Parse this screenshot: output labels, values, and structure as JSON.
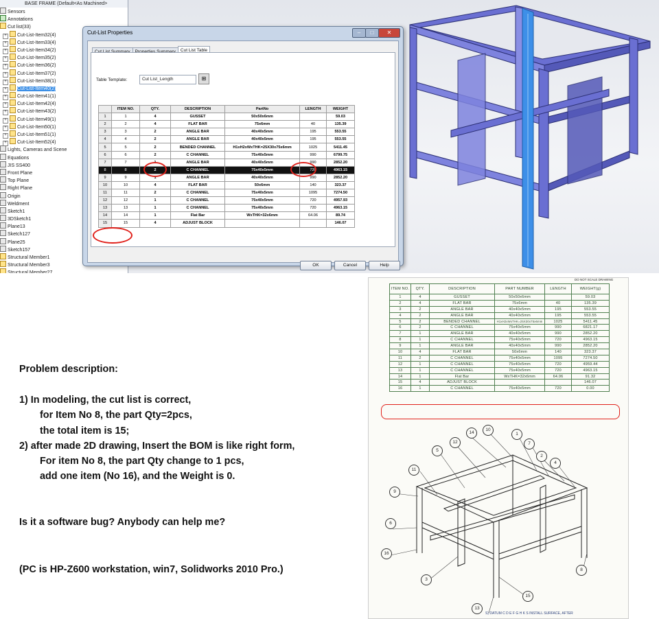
{
  "tree": {
    "header": "BASE FRAME  (Default<As Machined>",
    "items": [
      {
        "label": "Sensors",
        "kind": "ref"
      },
      {
        "label": "Annotations",
        "kind": "note"
      },
      {
        "label": "Cut list(33)",
        "kind": "folder"
      },
      {
        "label": "Cut-List-Item32(4)",
        "kind": "folder"
      },
      {
        "label": "Cut-List-Item33(4)",
        "kind": "folder"
      },
      {
        "label": "Cut-List-Item34(2)",
        "kind": "folder"
      },
      {
        "label": "Cut-List-Item35(2)",
        "kind": "folder"
      },
      {
        "label": "Cut-List-Item36(2)",
        "kind": "folder"
      },
      {
        "label": "Cut-List-Item37(2)",
        "kind": "folder"
      },
      {
        "label": "Cut-List-Item38(1)",
        "kind": "folder"
      },
      {
        "label": "Cut-List-Item40(2)",
        "kind": "folder",
        "selected": true
      },
      {
        "label": "Cut-List-Item41(1)",
        "kind": "folder"
      },
      {
        "label": "Cut-List-Item42(4)",
        "kind": "folder"
      },
      {
        "label": "Cut-List-Item43(2)",
        "kind": "folder"
      },
      {
        "label": "Cut-List-Item49(1)",
        "kind": "folder"
      },
      {
        "label": "Cut-List-Item50(1)",
        "kind": "folder"
      },
      {
        "label": "Cut-List-Item51(1)",
        "kind": "folder"
      },
      {
        "label": "Cut-List-Item52(4)",
        "kind": "folder"
      },
      {
        "label": "Lights, Cameras and Scene",
        "kind": "ref"
      },
      {
        "label": "Equations",
        "kind": "ref"
      },
      {
        "label": "JIS SS400",
        "kind": "ref"
      },
      {
        "label": "Front Plane",
        "kind": "ref"
      },
      {
        "label": "Top Plane",
        "kind": "ref"
      },
      {
        "label": "Right Plane",
        "kind": "ref"
      },
      {
        "label": "Origin",
        "kind": "ref"
      },
      {
        "label": "Weldment",
        "kind": "ref"
      },
      {
        "label": "Sketch1",
        "kind": "ref"
      },
      {
        "label": "3DSketch1",
        "kind": "ref"
      },
      {
        "label": "Plane13",
        "kind": "ref"
      },
      {
        "label": "Sketch127",
        "kind": "ref"
      },
      {
        "label": "Plane25",
        "kind": "ref"
      },
      {
        "label": "Sketch157",
        "kind": "ref"
      },
      {
        "label": "Structural Member1",
        "kind": "folder"
      },
      {
        "label": "Structural Member3",
        "kind": "folder"
      },
      {
        "label": "Structural Member27",
        "kind": "folder"
      }
    ]
  },
  "dialog": {
    "title": "Cut-List Properties",
    "tabs": [
      "Cut List Summary",
      "Properties Summary",
      "Cut List Table"
    ],
    "active_tab": 2,
    "template_label": "Table Template:",
    "template_value": "Cut List_Length",
    "columns": [
      "ITEM NO.",
      "QTY.",
      "DESCRIPTION",
      "PartNo",
      "LENGTH",
      "WEIGHT"
    ],
    "rows": [
      {
        "n": "1",
        "item": "1",
        "qty": "4",
        "desc": "GUSSET",
        "part": "50x50x6mm",
        "len": "",
        "wt": "59.03"
      },
      {
        "n": "2",
        "item": "2",
        "qty": "4",
        "desc": "FLAT BAR",
        "part": "75x6mm",
        "len": "40",
        "wt": "135.39"
      },
      {
        "n": "3",
        "item": "3",
        "qty": "2",
        "desc": "ANGLE BAR",
        "part": "40x40x5mm",
        "len": "195",
        "wt": "553.55"
      },
      {
        "n": "4",
        "item": "4",
        "qty": "2",
        "desc": "ANGLE BAR",
        "part": "40x40x5mm",
        "len": "195",
        "wt": "553.55"
      },
      {
        "n": "5",
        "item": "5",
        "qty": "2",
        "desc": "BENDED CHANNEL",
        "part": "H1xH2xWxTHK=25X30x75x6mm",
        "len": "1025",
        "wt": "5411.45"
      },
      {
        "n": "6",
        "item": "6",
        "qty": "2",
        "desc": "C CHANNEL",
        "part": "75x40x5mm",
        "len": "990",
        "wt": "6799.75"
      },
      {
        "n": "7",
        "item": "7",
        "qty": "1",
        "desc": "ANGLE BAR",
        "part": "40x40x5mm",
        "len": "990",
        "wt": "2852.20"
      },
      {
        "n": "8",
        "item": "8",
        "qty": "2",
        "desc": "C CHANNEL",
        "part": "75x40x5mm",
        "len": "720",
        "wt": "4963.15",
        "highlight": true
      },
      {
        "n": "9",
        "item": "9",
        "qty": "1",
        "desc": "ANGLE BAR",
        "part": "40x40x5mm",
        "len": "990",
        "wt": "2852.20"
      },
      {
        "n": "10",
        "item": "10",
        "qty": "4",
        "desc": "FLAT BAR",
        "part": "50x6mm",
        "len": "140",
        "wt": "323.37"
      },
      {
        "n": "11",
        "item": "11",
        "qty": "2",
        "desc": "C CHANNEL",
        "part": "75x40x5mm",
        "len": "1095",
        "wt": "7274.50"
      },
      {
        "n": "12",
        "item": "12",
        "qty": "1",
        "desc": "C CHANNEL",
        "part": "75x40x5mm",
        "len": "720",
        "wt": "4957.93"
      },
      {
        "n": "13",
        "item": "13",
        "qty": "1",
        "desc": "C CHANNEL",
        "part": "75x40x5mm",
        "len": "720",
        "wt": "4963.15"
      },
      {
        "n": "14",
        "item": "14",
        "qty": "1",
        "desc": "Flat Bar",
        "part": "WxTHK=32x6mm",
        "len": "64.06",
        "wt": "89.74"
      },
      {
        "n": "15",
        "item": "15",
        "qty": "4",
        "desc": "ADJUST BLOCK",
        "part": "",
        "len": "",
        "wt": "146.07"
      }
    ],
    "buttons": {
      "ok": "OK",
      "cancel": "Cancel",
      "help": "Help"
    }
  },
  "problem": {
    "lines": [
      "Problem description:",
      "1) In modeling, the cut list is correct,",
      "for Item No 8, the part Qty=2pcs,",
      "the total item is 15;",
      "2) after made 2D drawing, Insert the BOM is like right form,",
      "For item No 8, the part Qty change to 1 pcs,",
      "add one item (No 16), and the Weight is 0.",
      "Is it a software bug? Anybody can help me?",
      "(PC is HP-Z600 workstation, win7, Solidworks 2010 Pro.)"
    ]
  },
  "bom": {
    "header_note": "DO NOT SCALE DRAWING",
    "columns": [
      "ITEM NO.",
      "QTY.",
      "DESCRIPTION",
      "PART NUMBER",
      "LENGTH",
      "WEIGHT(g)"
    ],
    "rows": [
      [
        "1",
        "4",
        "GUSSET",
        "50x50x6mm",
        "",
        "59.03"
      ],
      [
        "2",
        "4",
        "FLAT BAR",
        "75x6mm",
        "40",
        "135.39"
      ],
      [
        "3",
        "2",
        "ANGLE BAR",
        "40x40x5mm",
        "195",
        "553.55"
      ],
      [
        "4",
        "2",
        "ANGLE BAR",
        "40x40x5mm",
        "195",
        "553.55"
      ],
      [
        "5",
        "2",
        "BENDED CHANNEL",
        "H1xH2xWxTHK=25X30x75x6mm",
        "1025",
        "5411.45"
      ],
      [
        "6",
        "2",
        "C CHANNEL",
        "75x40x5mm",
        "990",
        "6821.17"
      ],
      [
        "7",
        "1",
        "ANGLE BAR",
        "40x40x5mm",
        "990",
        "2852.20"
      ],
      [
        "8",
        "1",
        "C CHANNEL",
        "75x40x5mm",
        "720",
        "4963.15"
      ],
      [
        "9",
        "1",
        "ANGLE BAR",
        "40x40x5mm",
        "990",
        "2852.20"
      ],
      [
        "10",
        "4",
        "FLAT BAR",
        "50x6mm",
        "140",
        "323.37"
      ],
      [
        "11",
        "2",
        "C CHANNEL",
        "75x40x5mm",
        "1095",
        "7274.50"
      ],
      [
        "12",
        "1",
        "C CHANNEL",
        "75x40x5mm",
        "720",
        "4959.44"
      ],
      [
        "13",
        "1",
        "C CHANNEL",
        "75x40x5mm",
        "720",
        "4963.15"
      ],
      [
        "14",
        "1",
        "Flat Bar",
        "WxTHK=32x6mm",
        "64.06",
        "91.32"
      ],
      [
        "15",
        "4",
        "ADJUST BLOCK",
        "",
        "",
        "146.07"
      ],
      [
        "16",
        "1",
        "C CHANNEL",
        "75x40x5mm",
        "720",
        "0.00"
      ]
    ],
    "balloons": [
      "14",
      "10",
      "12",
      "1",
      "7",
      "5",
      "2",
      "4",
      "11",
      "9",
      "6",
      "16",
      "3",
      "8",
      "15",
      "13"
    ],
    "footer": "S) DATUM C D E F G H K S INSTALL SURFACE, AFTER"
  },
  "colors": {
    "annotation": "#e0201a",
    "model": "#6a6fd2",
    "highlight_member": "#3d8fe8",
    "bom_grid": "#4f7f4f"
  }
}
